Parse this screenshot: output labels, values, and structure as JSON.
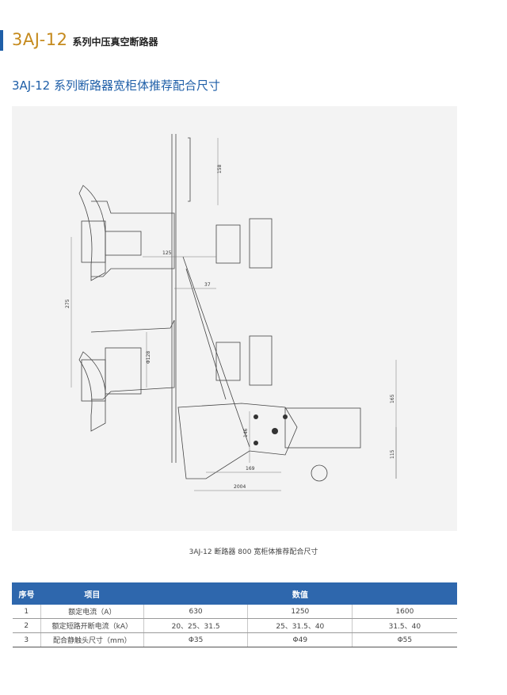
{
  "header": {
    "model": "3AJ-12",
    "series": "系列中压真空断路器"
  },
  "section": {
    "title": "3AJ-12 系列断路器宽柜体推荐配合尺寸"
  },
  "drawing": {
    "dims": [
      "158",
      "125",
      "37",
      "275",
      "Φ128",
      "165",
      "146",
      "115",
      "169",
      "2004"
    ]
  },
  "caption": "3AJ-12 断路器 800 宽柜体推荐配合尺寸",
  "table": {
    "headers": {
      "index": "序号",
      "item": "项目",
      "value": "数值"
    },
    "rows": [
      {
        "index": "1",
        "item": "额定电流（A）",
        "v1": "630",
        "v2": "1250",
        "v3": "1600"
      },
      {
        "index": "2",
        "item": "额定短路开断电流（kA）",
        "v1": "20、25、31.5",
        "v2": "25、31.5、40",
        "v3": "31.5、40"
      },
      {
        "index": "3",
        "item": "配合静触头尺寸（mm）",
        "v1": "Φ35",
        "v2": "Φ49",
        "v3": "Φ55"
      }
    ]
  },
  "colors": {
    "accent": "#1f5fa8",
    "model": "#c58a1d",
    "table_header": "#2e67ad"
  }
}
